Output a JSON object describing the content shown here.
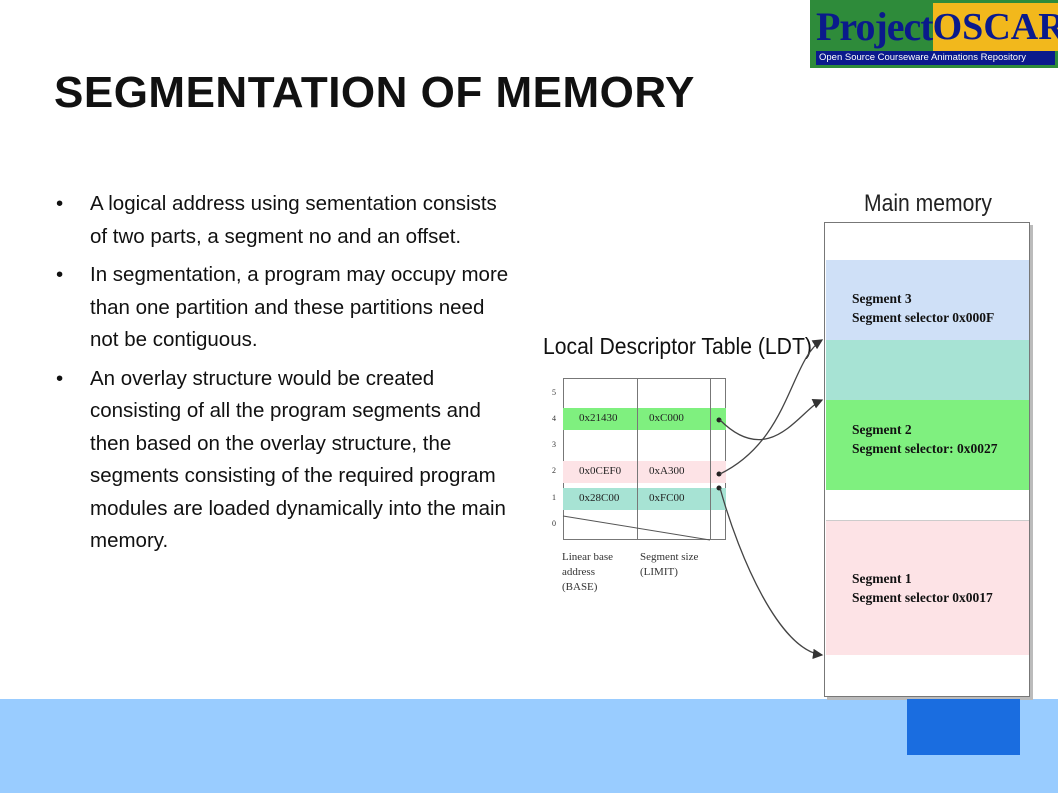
{
  "logo": {
    "word1": "Project",
    "word2": "OSCAR",
    "subtitle": "Open Source Courseware Animations Repository"
  },
  "title": "SEGMENTATION OF MEMORY",
  "bullets": [
    "A logical address using sementation consists of two parts, a segment no and an offset.",
    "In segmentation, a program may occupy more than one partition and these partitions need not be contiguous.",
    "An overlay structure would be created consisting of all the program segments and then based on the overlay structure, the segments consisting of the required program modules are loaded dynamically into the main memory."
  ],
  "bullet_glyph": "•",
  "diagram": {
    "main_memory_title": "Main memory",
    "ldt_title": "Local Descriptor Table (LDT)",
    "segments": [
      {
        "name": "Segment 3",
        "selector": "Segment selector 0x000F"
      },
      {
        "name": "Segment 2",
        "selector": "Segment selector: 0x0027"
      },
      {
        "name": "Segment 1",
        "selector": "Segment selector 0x0017"
      }
    ],
    "ldt_rows": [
      {
        "index": "4",
        "base": "0x21430",
        "limit": "0xC000"
      },
      {
        "index": "2",
        "base": "0x0CEF0",
        "limit": "0xA300"
      },
      {
        "index": "1",
        "base": "0x28C00",
        "limit": "0xFC00"
      }
    ],
    "row_numbers": [
      "5",
      "4",
      "3",
      "2",
      "1",
      "0"
    ],
    "caption_base": "Linear base address (BASE)",
    "caption_limit": "Segment size (LIMIT)"
  },
  "colors": {
    "bottom_bar": "#99ccff",
    "bottom_square": "#1a6de0",
    "seg_blue": "#cfe0f7",
    "seg_teal": "#a7e3d4",
    "seg_green": "#7ff07f",
    "seg_pink": "#fde3e6"
  }
}
